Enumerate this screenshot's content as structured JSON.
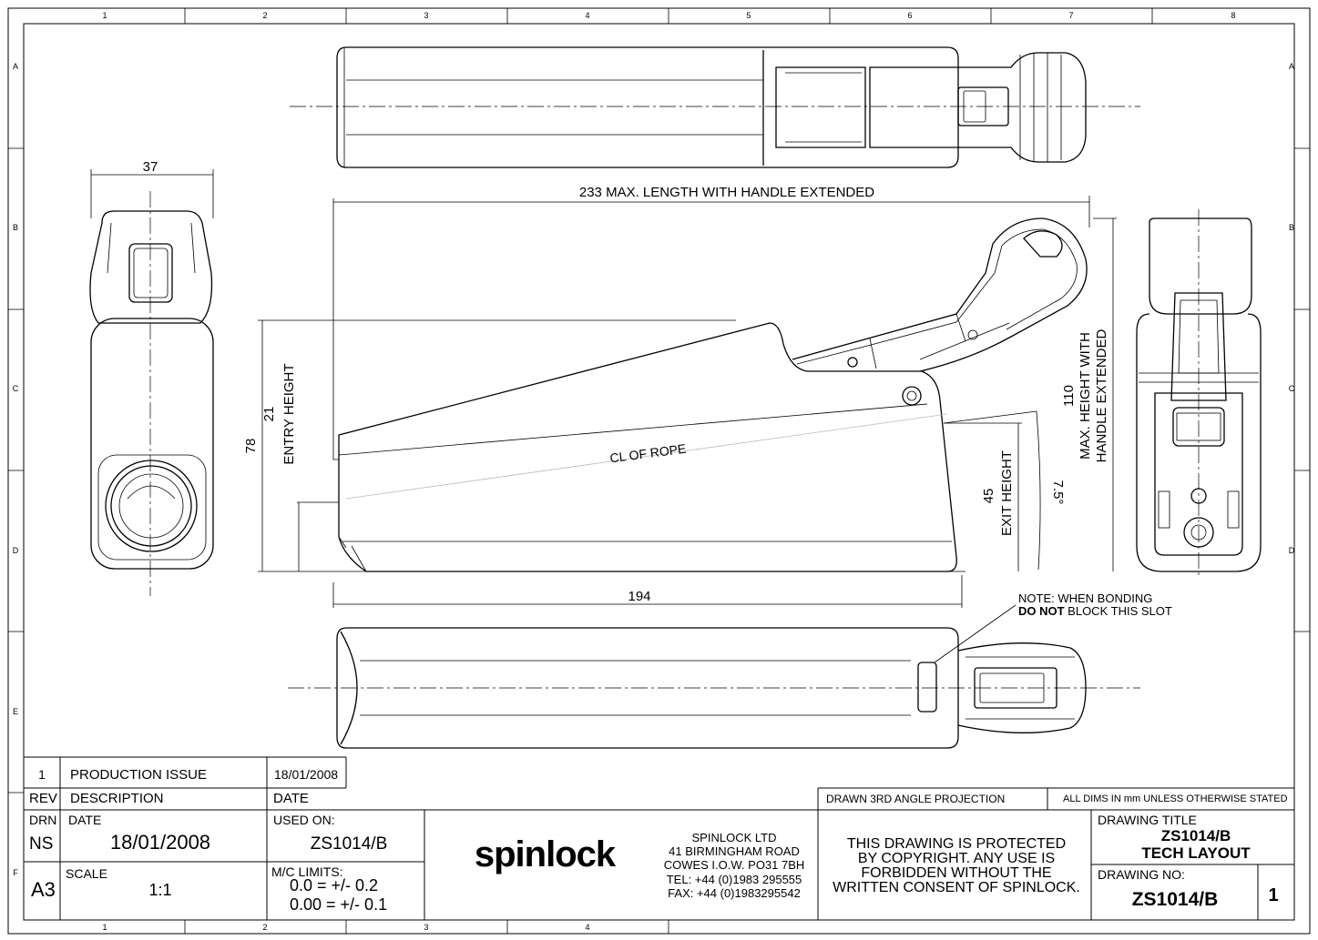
{
  "border": {
    "cols": [
      "1",
      "2",
      "3",
      "4",
      "5",
      "6",
      "7",
      "8"
    ],
    "rows": [
      "A",
      "B",
      "C",
      "D",
      "E",
      "F"
    ],
    "bottom_cols": [
      "1",
      "2",
      "3",
      "4"
    ]
  },
  "dimensions": {
    "width": "37",
    "length_max": "233 MAX. LENGTH WITH HANDLE EXTENDED",
    "length": "194",
    "height": "78",
    "entry_value": "21",
    "entry_label": "ENTRY HEIGHT",
    "exit_value": "45",
    "exit_label": "EXIT HEIGHT",
    "angle": "7.5°",
    "max_height_value": "110",
    "max_height_line1": "MAX. HEIGHT WITH",
    "max_height_line2": "HANDLE EXTENDED",
    "rope": "CL OF ROPE"
  },
  "note": {
    "line1": "NOTE: WHEN BONDING",
    "bold": "DO NOT",
    "line2_rest": " BLOCK THIS SLOT"
  },
  "title_block": {
    "rev_num": "1",
    "rev_desc": "PRODUCTION ISSUE",
    "rev_date": "18/01/2008",
    "rev_hdr": "REV",
    "desc_hdr": "DESCRIPTION",
    "date_hdr": "DATE",
    "projection": "DRAWN 3RD ANGLE PROJECTION",
    "units": "ALL DIMS IN mm UNLESS OTHERWISE STATED",
    "drn_label": "DRN",
    "drn_value": "NS",
    "date_label": "DATE",
    "date_value": "18/01/2008",
    "used_on_label": "USED ON:",
    "used_on_value": "ZS1014/B",
    "size": "A3",
    "scale_label": "SCALE",
    "scale_value": "1:1",
    "mc_label": "M/C LIMITS:",
    "mc_line1": "0.0 = +/- 0.2",
    "mc_line2": "0.00 = +/- 0.1",
    "logo": "spinlock",
    "address": [
      "SPINLOCK LTD",
      "41 BIRMINGHAM ROAD",
      "COWES I.O.W. PO31 7BH",
      "TEL: +44 (0)1983 295555",
      "FAX: +44 (0)1983295542"
    ],
    "copyright": [
      "THIS DRAWING IS PROTECTED",
      "BY COPYRIGHT. ANY USE IS",
      "FORBIDDEN WITHOUT THE",
      "WRITTEN CONSENT OF SPINLOCK."
    ],
    "title_label": "DRAWING TITLE",
    "title_line1": "ZS1014/B",
    "title_line2": "TECH LAYOUT",
    "drawing_no_label": "DRAWING NO:",
    "drawing_no": "ZS1014/B",
    "sheet": "1"
  }
}
